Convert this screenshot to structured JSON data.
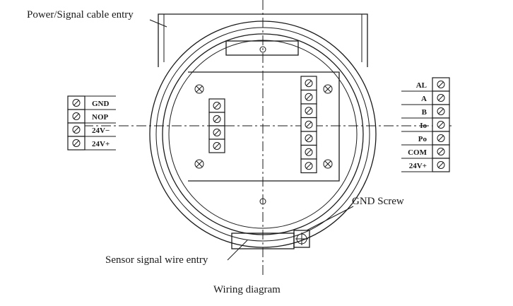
{
  "labels": {
    "power_entry": "Power/Signal cable entry",
    "gnd_screw": "GND Screw",
    "sensor_entry": "Sensor signal wire entry",
    "caption": "Wiring diagram"
  },
  "left_terminals": [
    "GND",
    "NOP",
    "24V−",
    "24V+"
  ],
  "right_terminals": [
    "AL",
    "A",
    "B",
    "Io",
    "Po",
    "COM",
    "24V+"
  ],
  "icons": {
    "screw": "screw-slot-icon",
    "mount": "mounting-screw-icon",
    "ground": "ground-screw-icon"
  }
}
